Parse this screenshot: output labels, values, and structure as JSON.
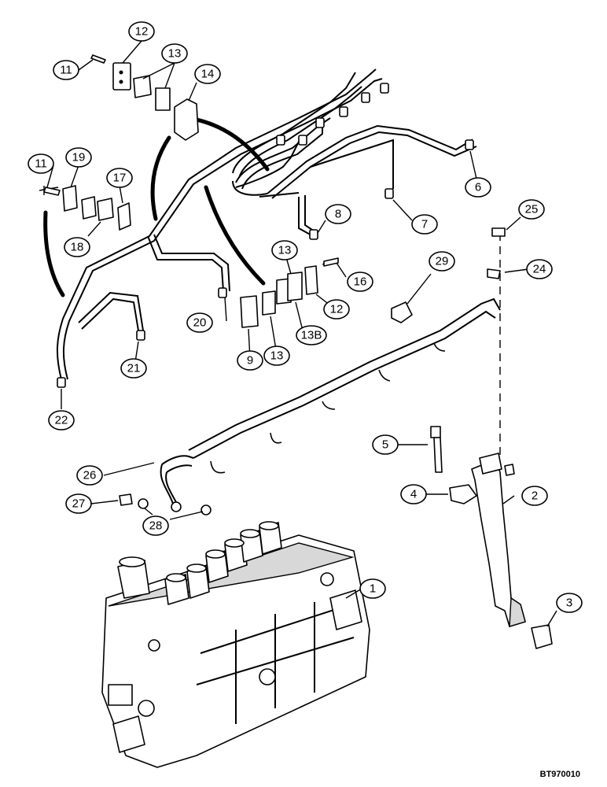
{
  "callouts": [
    {
      "label": "1"
    },
    {
      "label": "2"
    },
    {
      "label": "3"
    },
    {
      "label": "4"
    },
    {
      "label": "5"
    },
    {
      "label": "6"
    },
    {
      "label": "7"
    },
    {
      "label": "8"
    },
    {
      "label": "9"
    },
    {
      "label": "11"
    },
    {
      "label": "11"
    },
    {
      "label": "12"
    },
    {
      "label": "12"
    },
    {
      "label": "13"
    },
    {
      "label": "13"
    },
    {
      "label": "13"
    },
    {
      "label": "13B"
    },
    {
      "label": "14"
    },
    {
      "label": "16"
    },
    {
      "label": "17"
    },
    {
      "label": "18"
    },
    {
      "label": "19"
    },
    {
      "label": "20"
    },
    {
      "label": "21"
    },
    {
      "label": "22"
    },
    {
      "label": "24"
    },
    {
      "label": "25"
    },
    {
      "label": "26"
    },
    {
      "label": "27"
    },
    {
      "label": "28"
    },
    {
      "label": "29"
    }
  ],
  "reference_code": "BT970010",
  "colors": {
    "line": "#000000",
    "background": "#ffffff"
  }
}
